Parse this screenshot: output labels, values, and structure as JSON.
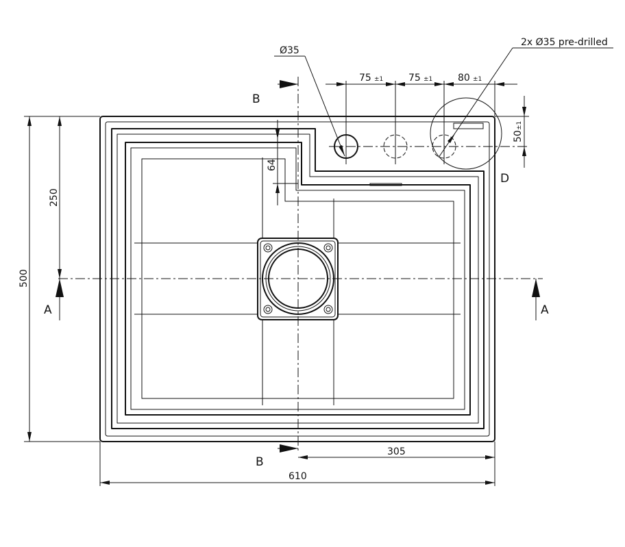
{
  "title": "Sink technical drawing",
  "labels": {
    "hole_diameter": "Ø35",
    "predrilled": "2x Ø35 pre-drilled",
    "section_b": "B",
    "section_a": "A",
    "detail_d": "D"
  },
  "dimensions": {
    "spacing_1": "75",
    "spacing_2": "75",
    "edge_offset": "80",
    "tolerance": "±1",
    "hole_from_edge": "50",
    "step_depth": "64",
    "half_depth": "250",
    "depth": "500",
    "half_width": "305",
    "width": "610"
  },
  "colors": {
    "line": "#111111",
    "background": "#ffffff"
  }
}
